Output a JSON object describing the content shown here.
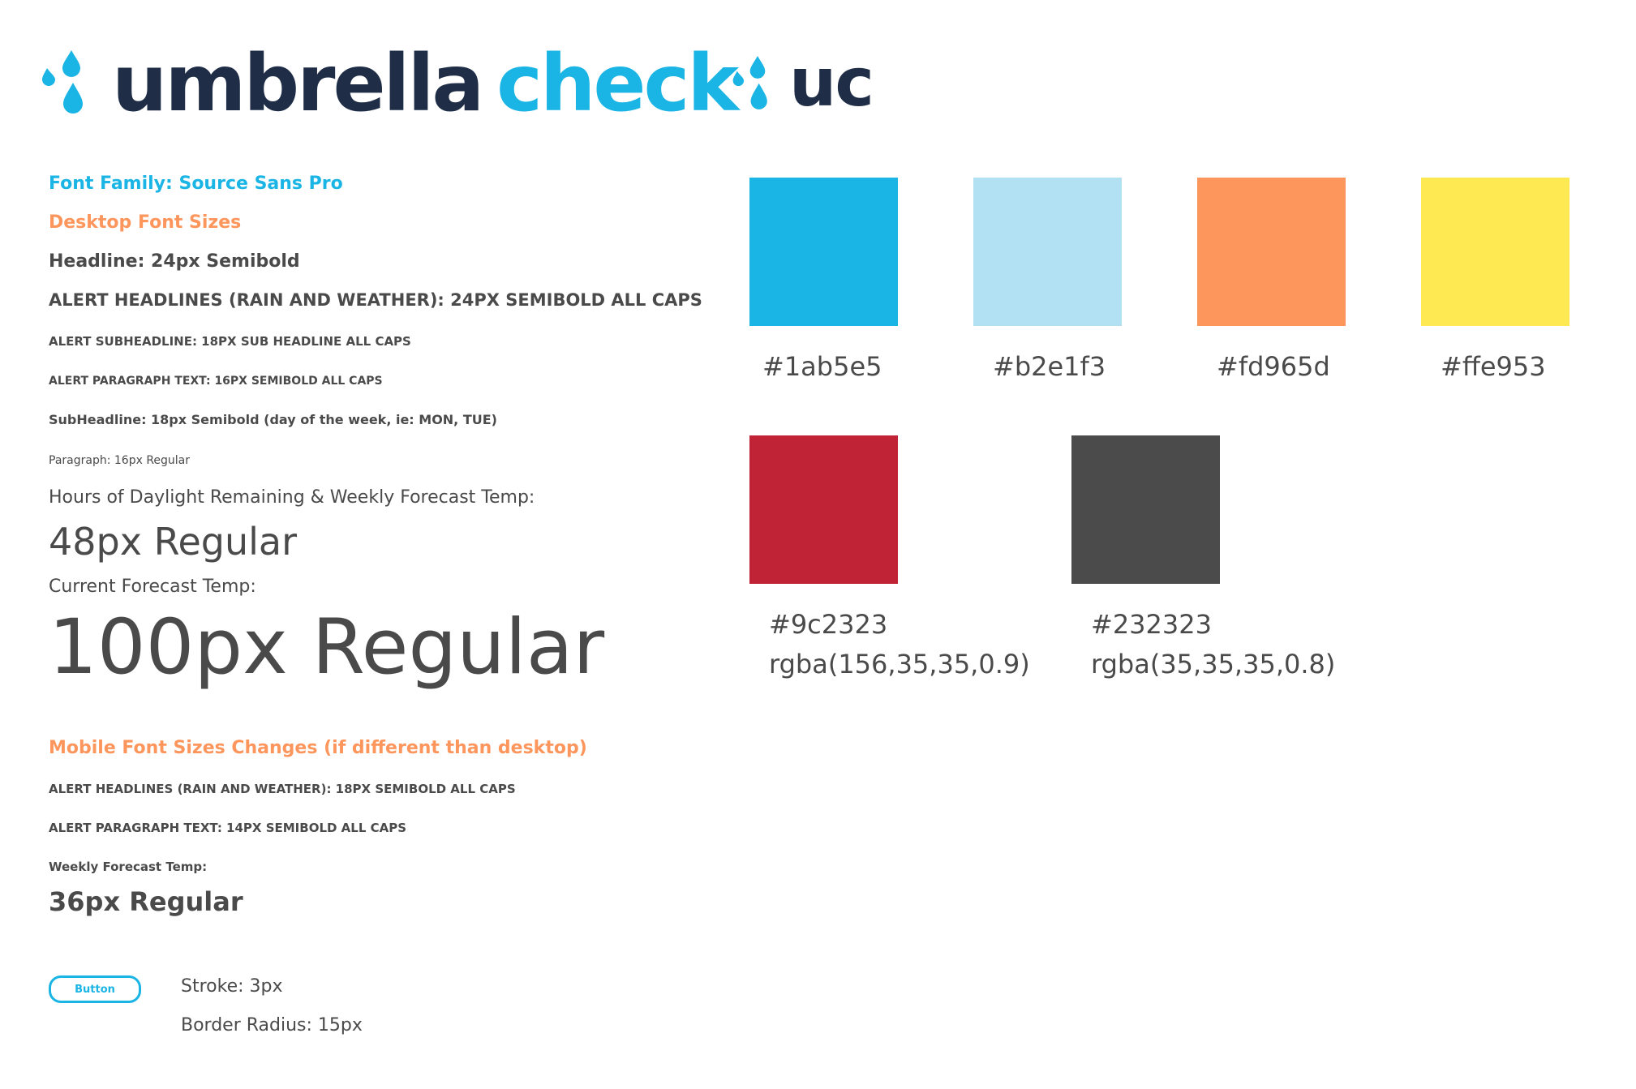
{
  "logo": {
    "word1": "umbrella",
    "word2": "check",
    "short": "uc"
  },
  "brand_colors": {
    "navy": "#1f2d47",
    "blue": "#1ab5e5",
    "orange": "#fd965d",
    "text": "#4a4a4a"
  },
  "typography": {
    "font_family": "Font Family: Source Sans Pro",
    "desktop_heading": "Desktop Font Sizes",
    "headline": "Headline: 24px Semibold",
    "alert_headlines": "ALERT HEADLINES (RAIN AND WEATHER): 24PX SEMIBOLD ALL CAPS",
    "alert_subheadline": "ALERT SUBHEADLINE: 18PX SUB HEADLINE ALL CAPS",
    "alert_paragraph": "ALERT PARAGRAPH TEXT: 16PX SEMIBOLD ALL CAPS",
    "subheadline": "SubHeadline: 18px Semibold (day of the week, ie: MON, TUE)",
    "paragraph": "Paragraph: 16px Regular",
    "hours_label": "Hours of Daylight Remaining & Weekly Forecast Temp:",
    "hours_size": "48px Regular",
    "current_label": "Current Forecast Temp:",
    "current_size": "100px Regular",
    "mobile_heading": "Mobile Font Sizes Changes (if different than desktop)",
    "mobile_alert_headlines": "ALERT HEADLINES (RAIN AND WEATHER): 18PX SEMIBOLD ALL CAPS",
    "mobile_alert_paragraph": "ALERT PARAGRAPH TEXT: 14PX SEMIBOLD ALL CAPS",
    "weekly_label": "Weekly Forecast Temp:",
    "weekly_size": "36px Regular"
  },
  "button_spec": {
    "label": "Button",
    "stroke": "Stroke: 3px",
    "border_radius": "Border Radius: 15px"
  },
  "swatches": [
    {
      "color": "#1ab5e5",
      "label": "#1ab5e5"
    },
    {
      "color": "#b2e1f3",
      "label": "#b2e1f3"
    },
    {
      "color": "#fd965d",
      "label": "#fd965d"
    },
    {
      "color": "#ffe953",
      "label": "#ffe953"
    },
    {
      "color": "#c02236",
      "label": "#9c2323",
      "rgba": "rgba(156,35,35,0.9)"
    },
    {
      "color": "#4b4b4b",
      "label": "#232323",
      "rgba": "rgba(35,35,35,0.8)"
    }
  ]
}
